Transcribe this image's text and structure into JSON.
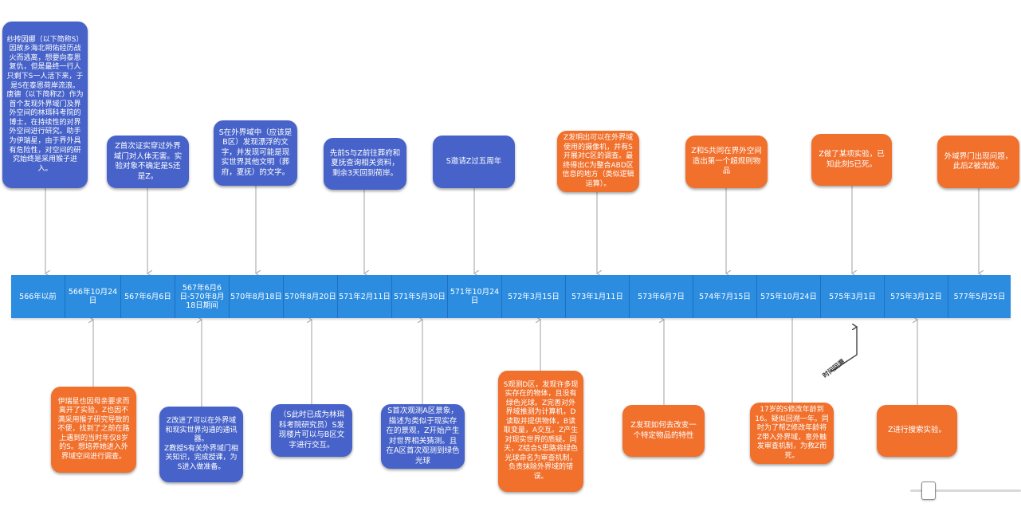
{
  "timeline": {
    "segments": [
      "566年以前",
      "566年10月24日",
      "567年6月6日",
      "567年6月6日-570年8月18日期间",
      "570年8月18日",
      "570年8月20日",
      "571年2月11日",
      "571年5月30日",
      "571年10月24日",
      "572年3月15日",
      "573年1月11日",
      "573年6月7日",
      "574年7月15日",
      "575年10月24日",
      "575年3月1日",
      "575年3月12日",
      "577年5月25日"
    ]
  },
  "top_events": [
    "纱抟因娜（以下简称S）因故乡海北朔佑经历战火而逃离，想要向泰恩复仇，但是最终一行人只剩下S一人活下来，于是S在泰恩荷岸流浪。\n唐德（以下简称Z）作为首个发现外界域门及界外空间的林珥科考院的博士，在持续性的对界外空间进行研究。助手为伊瑞星，由于界外具有危险性，对空间的研究始终是采用猴子进入。",
    "Z首次证实穿过外界域门对人体无害。实验对象不确定是S还是Z。",
    "S在外界域中（应该是B区）发现漂浮的文字，并发现可能是现实世界其他文明（葬府，夏抚）的文字。",
    "先前S与Z前往葬府和夏抚查询相关资料，剩余3天回到荷岸。",
    "S邀请Z过五周年",
    "Z发明出可以在外界域使用的摄像机，并有S开展对C区的调查。最终得出C为整合ABD区信息的地方（类似逻辑运算）。",
    "Z和S共同在界外空间造出第一个超规则物品",
    "Z做了某项实验，已知此刻S已死。",
    "外域界门出现问题，此后Z被流放。"
  ],
  "bottom_events": [
    "伊瑞星也因母亲要求而离开了实验，Z也因不满采用猴子研究导致的不便，找到了之前在路上遇到的当时年仅8岁的S。想培养她进入外界域空间进行调查。",
    "Z改进了可以在外界域和现实世界沟通的通讯器。\nZ教授S有关外界域门相关知识，完成授课，为S进入做准备。",
    "（S此时已成为林珥科考院研究员）S发现楼片可以与B区文字进行交互。",
    "S首次观测A区景象，描述为类似于现实存在的景观，Z开始产生对世界相关猜测。且在A区首次观测到绿色光球",
    "S观测D区，发现许多现实存在的物体，且没有绿色光球。Z完善对外界域推测为计算机，D读取并提供物体，B读取变量，A交互。Z产生对现实世界的质疑。同天，Z结合S思路将绿色光球命名为审查机制，负责抹除外界域的错误。",
    "Z发现如何去改变一个特定物品的特性",
    "17岁的S修改年龄到16。疑似回溯一年。同时为了帮Z修改年龄将Z带入外界域，意外触发审查机制，为救Z而死。",
    "Z进行搜索实验。"
  ],
  "annotation": "时间回溯",
  "colors": {
    "blue_card": "#4763c9",
    "orange_card": "#f0702c",
    "timeline_bar": "#2b8ce0",
    "connector": "#b0b0b0"
  }
}
